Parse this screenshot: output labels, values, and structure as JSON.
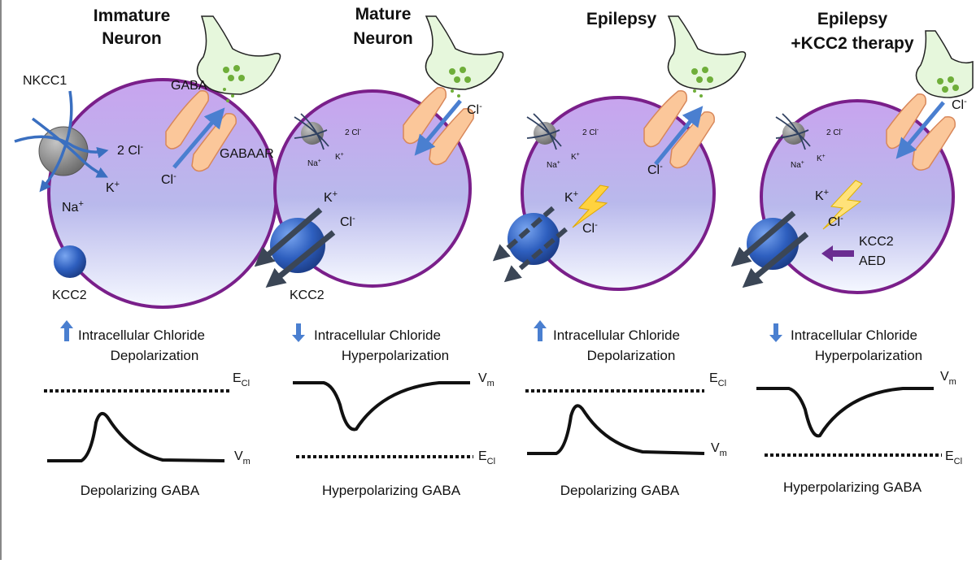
{
  "panels": [
    {
      "title_lines": [
        "Immature",
        "Neuron"
      ],
      "transporter_top": "NKCC1",
      "gaba": "GABA",
      "receptor": "GABAAR",
      "ions": {
        "cl_pair": "2 Cl",
        "cl_pair_sup": "-",
        "k": "K",
        "k_sup": "+",
        "na": "Na",
        "na_sup": "+",
        "cl": "Cl",
        "cl_sup": "-"
      },
      "transporter_bottom": "KCC2",
      "trend_direction": "up",
      "trend_lines": [
        "Intracellular Chloride",
        "Depolarization"
      ],
      "trace_labels": {
        "top": "E",
        "top_sub": "Cl",
        "bottom": "V",
        "bottom_sub": "m"
      },
      "caption": "Depolarizing GABA"
    },
    {
      "title_lines": [
        "Mature",
        "Neuron"
      ],
      "ions": {
        "cl_pair": "2 Cl",
        "cl_pair_sup": "-",
        "k": "K",
        "k_sup": "+",
        "na": "Na",
        "na_sup": "+",
        "cl": "Cl",
        "cl_sup": "-",
        "k_big": "K",
        "k_big_sup": "+",
        "cl_big": "Cl",
        "cl_big_sup": "-"
      },
      "transporter_bottom": "KCC2",
      "trend_direction": "down",
      "trend_lines": [
        "Intracellular Chloride",
        "Hyperpolarization"
      ],
      "trace_labels": {
        "top": "V",
        "top_sub": "m",
        "bottom": "E",
        "bottom_sub": "Cl"
      },
      "caption": "Hyperpolarizing GABA"
    },
    {
      "title_lines": [
        "Epilepsy"
      ],
      "ions": {
        "cl_pair": "2 Cl",
        "cl_pair_sup": "-",
        "k": "K",
        "k_sup": "+",
        "na": "Na",
        "na_sup": "+",
        "cl": "Cl",
        "cl_sup": "-",
        "k_big": "K",
        "k_big_sup": "+",
        "cl_big": "Cl",
        "cl_big_sup": "-"
      },
      "trend_direction": "up",
      "trend_lines": [
        "Intracellular Chloride",
        "Depolarization"
      ],
      "trace_labels": {
        "top": "E",
        "top_sub": "Cl",
        "bottom": "V",
        "bottom_sub": "m"
      },
      "caption": "Depolarizing GABA"
    },
    {
      "title_lines": [
        "Epilepsy",
        "+KCC2 therapy"
      ],
      "ions": {
        "cl_pair": "2 Cl",
        "cl_pair_sup": "-",
        "k": "K",
        "k_sup": "+",
        "na": "Na",
        "na_sup": "+",
        "cl": "Cl",
        "cl_sup": "-",
        "k_big": "K",
        "k_big_sup": "+",
        "cl_big": "Cl",
        "cl_big_sup": "-"
      },
      "therapy_lines": [
        "KCC2",
        "AED"
      ],
      "trend_direction": "down",
      "trend_lines": [
        "Intracellular Chloride",
        "Hyperpolarization"
      ],
      "trace_labels": {
        "top": "V",
        "top_sub": "m",
        "bottom": "E",
        "bottom_sub": "Cl"
      },
      "caption": "Hyperpolarizing GABA"
    }
  ],
  "colors": {
    "membrane": "#7a1f8a",
    "cell_top": "#c9a6ee",
    "cell_bottom": "#f4f8ff",
    "kcc2_sphere": "#2e5fbf",
    "nkcc1_sphere": "#8a8a8a",
    "arrow_blue": "#4a7fd0",
    "receptor": "#fbc79a",
    "terminal": "#e6f7dc",
    "vesicle": "#6fae3a",
    "bolt": "#ffd23f",
    "aed_arrow": "#6a2c91"
  }
}
